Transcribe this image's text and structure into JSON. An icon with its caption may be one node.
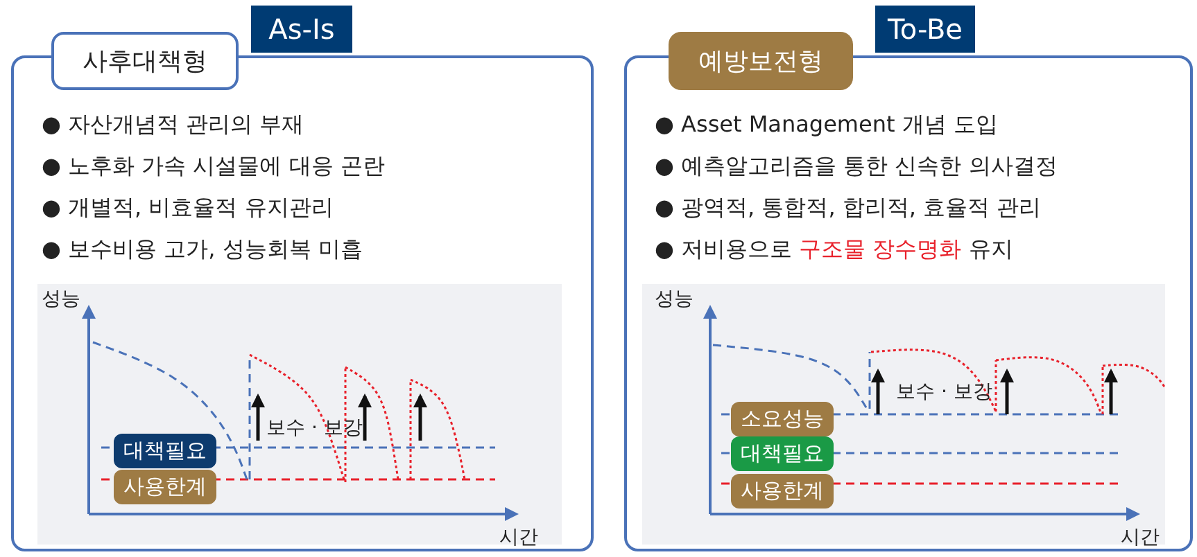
{
  "diagram": {
    "nodes": [
      {
        "text": [
          "● 자산개념적 관리의 부재",
          "● 노후화 가속 시설물에 대응 곤란",
          "● 개별적, 비효율적 유지관리",
          "● 보수비용 고가, 성능회복 미흡"
        ]
      },
      {
        "text": [
          "As-Is"
        ]
      },
      {
        "text": [
          "사후대책형"
        ]
      },
      {
        "text": [
          "대책필요"
        ],
        "in": 0
      },
      {
        "text": [
          "사용한계"
        ],
        "in": 0
      },
      {
        "text": [
          "● Asset Management 개념 도입",
          "● 예측알고리즘을 통한 신속한 의사결정",
          "● 광역적, 통합적, 합리적, 효율적 관리",
          "● 저비용으로 **구조물 장수명화** 유지"
        ]
      },
      {
        "text": [
          "To-Be"
        ]
      },
      {
        "text": [
          "예방보전형"
        ]
      },
      {
        "text": [
          "소요성능"
        ],
        "in": 5
      },
      {
        "text": [
          "대책필요"
        ],
        "in": 5
      },
      {
        "text": [
          "사용한계"
        ],
        "in": 5
      }
    ],
    "labels": [
      "성능",
      "보수 · 보강",
      "시간",
      "성능",
      "보수 · 보강",
      "시간"
    ]
  }
}
